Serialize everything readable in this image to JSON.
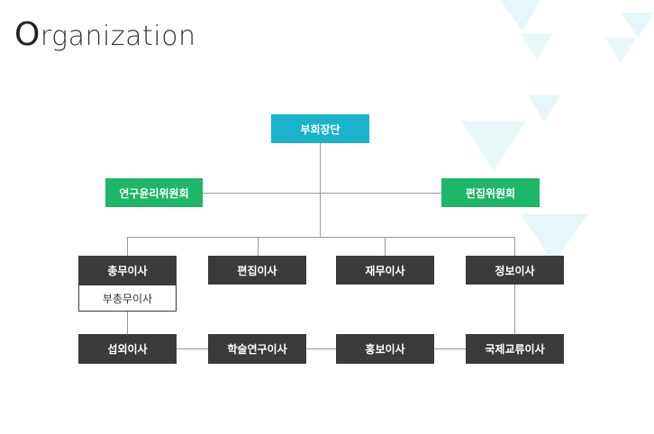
{
  "header": {
    "title_initial": "O",
    "title_rest": "rganization"
  },
  "org": {
    "top": "부회장단",
    "committee_left": "연구윤리위원회",
    "committee_right": "편집위원회",
    "directors_row1": [
      "총무이사",
      "편집이사",
      "재무이사",
      "정보이사"
    ],
    "sub_director": "부총무이사",
    "directors_row2": [
      "섭외이사",
      "학술연구이사",
      "홍보이사",
      "국제교류이사"
    ]
  },
  "colors": {
    "top": "#1ab3c9",
    "committee": "#1db767",
    "director": "#3b3b3b",
    "decor_triangle": "#e4f6f8"
  }
}
